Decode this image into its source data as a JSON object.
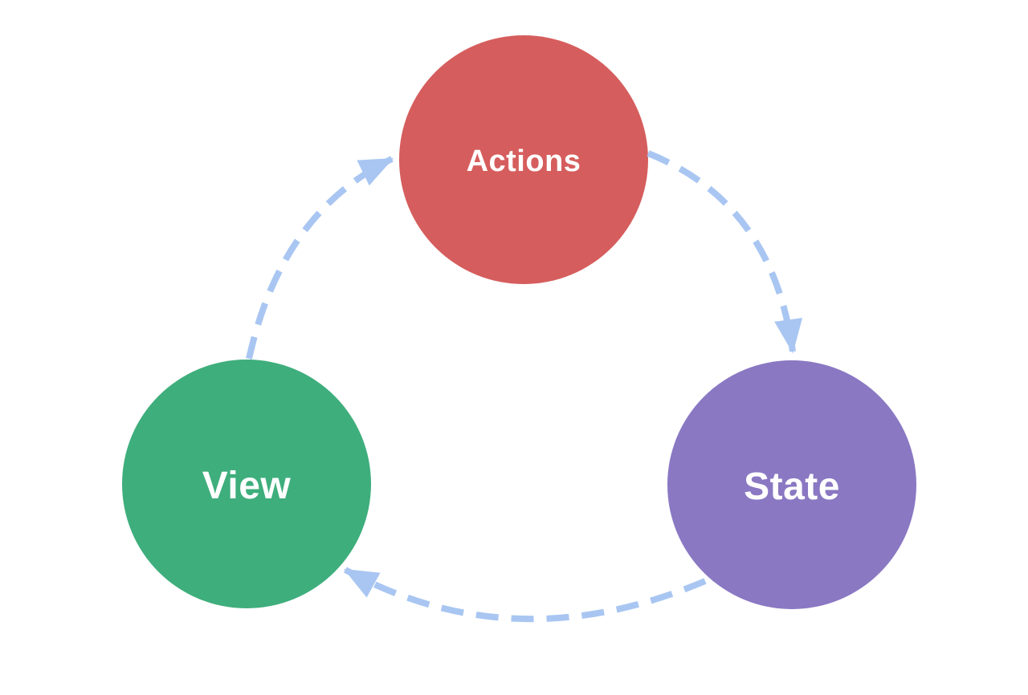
{
  "diagram": {
    "background": "#ffffff",
    "nodes": [
      {
        "id": "actions",
        "label": "Actions",
        "color": "#d65d5d",
        "text_color": "#ffffff"
      },
      {
        "id": "view",
        "label": "View",
        "color": "#3eae7c",
        "text_color": "#ffffff"
      },
      {
        "id": "state",
        "label": "State",
        "color": "#8a78c3",
        "text_color": "#ffffff"
      }
    ],
    "arrows": {
      "color": "#a9c6f2",
      "style": "dashed",
      "connections": [
        {
          "from": "Actions",
          "to": "State"
        },
        {
          "from": "State",
          "to": "View"
        },
        {
          "from": "View",
          "to": "Actions"
        }
      ]
    }
  }
}
